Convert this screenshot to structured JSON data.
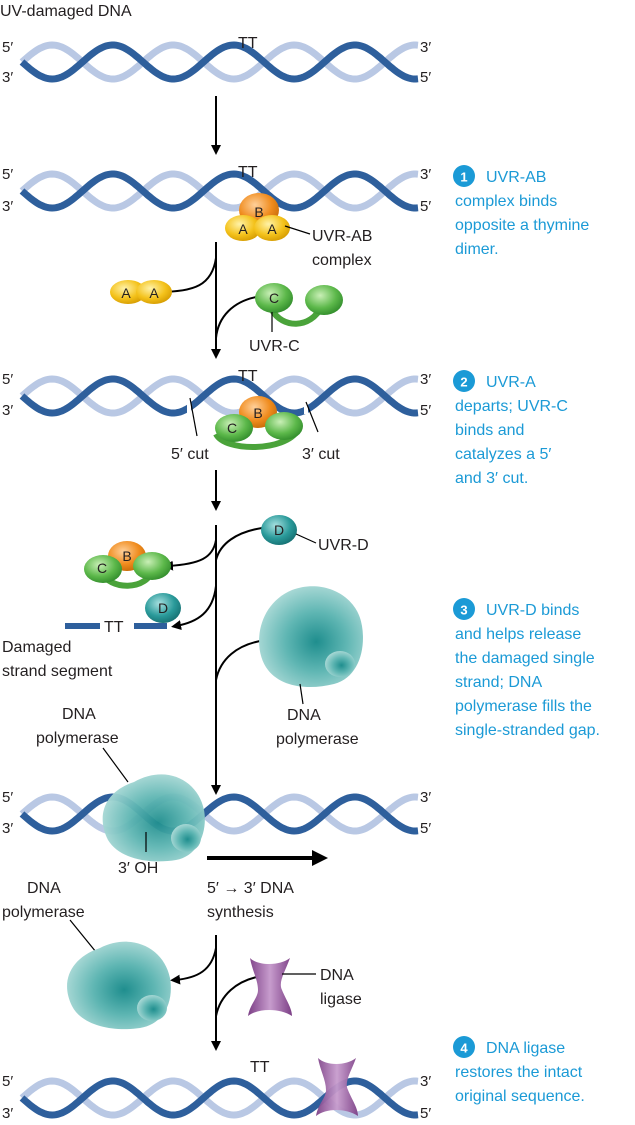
{
  "title": "UV-damaged DNA",
  "ends": {
    "five": "5′",
    "three": "3′"
  },
  "dimer": "TT",
  "subunits": {
    "a": "A",
    "b": "B",
    "c": "C",
    "d": "D"
  },
  "labels": {
    "uvrab_complex": [
      "UVR-AB",
      "complex"
    ],
    "uvrc": "UVR-C",
    "cut5": "5′ cut",
    "cut3": "3′ cut",
    "uvrd": "UVR-D",
    "damaged_segment": [
      "Damaged",
      "strand segment"
    ],
    "dna_polymerase": [
      "DNA",
      "polymerase"
    ],
    "oh3": "3′ OH",
    "synthesis": [
      "5′ → 3′ DNA",
      "synthesis"
    ],
    "dna_ligase": [
      "DNA",
      "ligase"
    ]
  },
  "steps": [
    {
      "num": "1",
      "lines": [
        "UVR-AB",
        "complex binds",
        "opposite a thymine",
        "dimer."
      ]
    },
    {
      "num": "2",
      "lines": [
        "UVR-A",
        "departs; UVR-C",
        "binds and",
        "catalyzes a 5′",
        "and 3′ cut."
      ]
    },
    {
      "num": "3",
      "lines": [
        "UVR-D binds",
        "and helps release",
        "the damaged single",
        "strand; DNA",
        "polymerase fills the",
        "single-stranded gap."
      ]
    },
    {
      "num": "4",
      "lines": [
        "DNA ligase",
        "restores the intact",
        "original sequence."
      ]
    }
  ],
  "colors": {
    "strand_dark": "#2e5f9c",
    "strand_light": "#b9c8e4",
    "step_text": "#1b9ad6",
    "uvr_a": "#f4c21b",
    "uvr_b": "#f08c1e",
    "uvr_c": "#5cb84a",
    "uvr_d": "#2a9a9a",
    "polymerase": "#5fb6b3",
    "ligase": "#a15fa8"
  }
}
